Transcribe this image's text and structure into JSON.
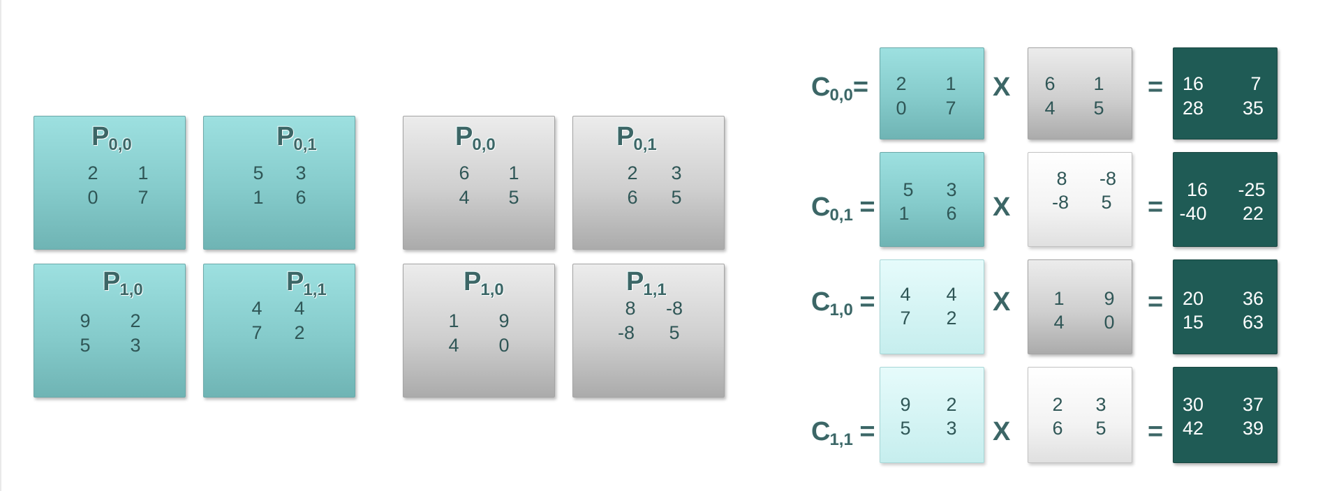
{
  "A": {
    "blocks": [
      {
        "label": "P",
        "sub": "0,0",
        "values": [
          "2",
          "1",
          "0",
          "7"
        ]
      },
      {
        "label": "P",
        "sub": "0,1",
        "values": [
          "5",
          "3",
          "1",
          "6"
        ]
      },
      {
        "label": "P",
        "sub": "1,0",
        "values": [
          "9",
          "2",
          "5",
          "3"
        ]
      },
      {
        "label": "P",
        "sub": "1,1",
        "values": [
          "4",
          "4",
          "7",
          "2"
        ]
      }
    ]
  },
  "B": {
    "blocks": [
      {
        "label": "P",
        "sub": "0,0",
        "values": [
          "6",
          "1",
          "4",
          "5"
        ]
      },
      {
        "label": "P",
        "sub": "0,1",
        "values": [
          "2",
          "3",
          "6",
          "5"
        ]
      },
      {
        "label": "P",
        "sub": "1,0",
        "values": [
          "1",
          "9",
          "4",
          "0"
        ]
      },
      {
        "label": "P",
        "sub": "1,1",
        "values": [
          "8",
          "-8",
          "-8",
          "5"
        ]
      }
    ]
  },
  "equations": [
    {
      "label": "C",
      "sub": "0,0",
      "eq": "=",
      "times": "X",
      "equals": "=",
      "left": [
        "2",
        "1",
        "0",
        "7"
      ],
      "right": [
        "6",
        "1",
        "4",
        "5"
      ],
      "result": [
        "16",
        "7",
        "28",
        "35"
      ]
    },
    {
      "label": "C",
      "sub": "0,1",
      "eq": "=",
      "times": "X",
      "equals": "=",
      "left": [
        "5",
        "3",
        "1",
        "6"
      ],
      "right": [
        "8",
        "-8",
        "-8",
        "5"
      ],
      "result": [
        "16",
        "-25",
        "-40",
        "22"
      ]
    },
    {
      "label": "C",
      "sub": "1,0",
      "eq": "=",
      "times": "X",
      "equals": "=",
      "left": [
        "4",
        "4",
        "7",
        "2"
      ],
      "right": [
        "1",
        "9",
        "4",
        "0"
      ],
      "result": [
        "20",
        "36",
        "15",
        "63"
      ]
    },
    {
      "label": "C",
      "sub": "1,1",
      "eq": "=",
      "times": "X",
      "equals": "=",
      "left": [
        "9",
        "2",
        "5",
        "3"
      ],
      "right": [
        "2",
        "3",
        "6",
        "5"
      ],
      "result": [
        "30",
        "37",
        "42",
        "39"
      ]
    }
  ],
  "colors": {
    "teal": "#85cbcb",
    "gray": "#cfcfcf",
    "light_teal": "#d6f4f4",
    "white": "#f6f6f6",
    "dark_teal": "#1f5b55",
    "label": "#3c6666",
    "number": "#2f5656"
  }
}
